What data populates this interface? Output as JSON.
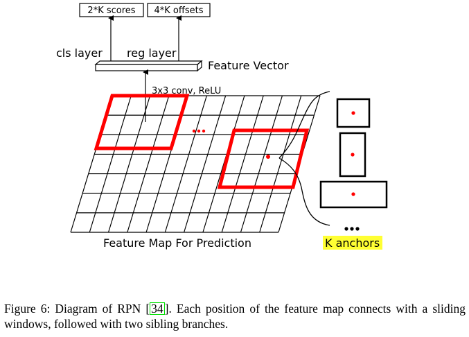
{
  "diagram": {
    "box_scores": "2*K scores",
    "box_offsets": "4*K offsets",
    "cls_layer": "cls layer",
    "reg_layer": "reg layer",
    "feature_vector": "Feature Vector",
    "conv_label": "3x3 conv, ReLU",
    "feature_map_label": "Feature Map For Prediction",
    "anchors_label": "K anchors",
    "dots": "•••"
  },
  "caption": {
    "prefix": "Figure 6: Diagram of RPN [",
    "ref": "34",
    "suffix": "].  Each position of the feature map connects with a sliding windows, followed with two sibling branches."
  },
  "colors": {
    "highlight_red": "#ff0000",
    "anchor_label_bg": "#ffff33",
    "ref_border": "#00e000"
  }
}
